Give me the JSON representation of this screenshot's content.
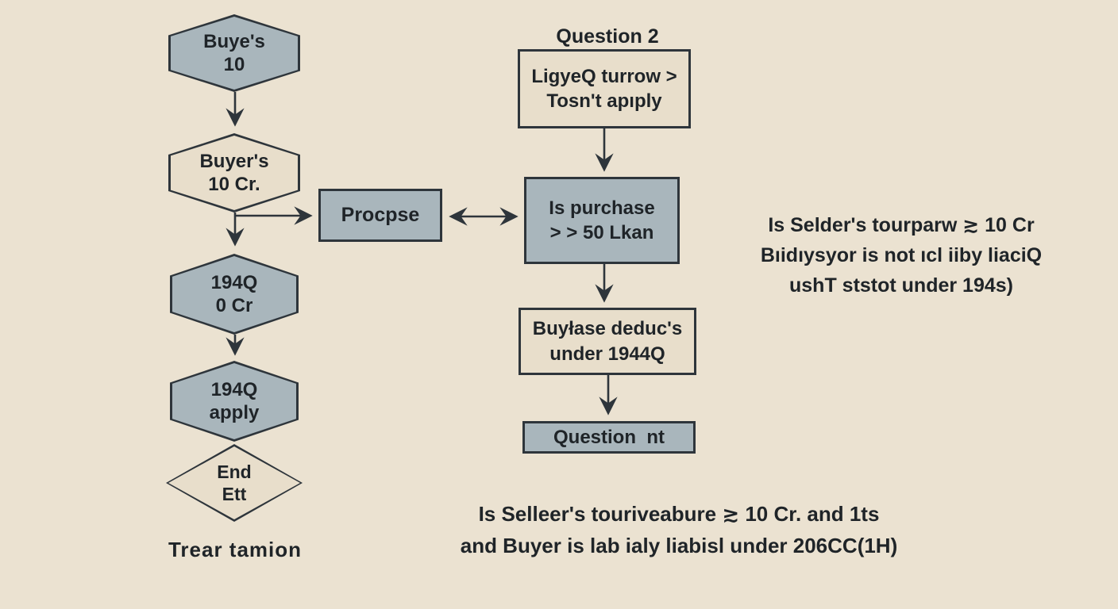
{
  "palette": {
    "background": "#ebe2d1",
    "node_blue": "#a9b6bc",
    "node_cream": "#e8decb",
    "border_ink": "#2e353b",
    "text_ink": "#1f2428"
  },
  "left_flow": {
    "hex1": {
      "line1": "Buye's",
      "line2": "10"
    },
    "hex2": {
      "line1": "Buyer's",
      "line2": "10 Cr."
    },
    "hex3": {
      "line1": "194Q",
      "line2": "0 Cr"
    },
    "hex4": {
      "line1": "194Q",
      "line2": "apply"
    },
    "end_diamond": {
      "line1": "End",
      "line2": "Ett"
    },
    "caption": "Trear tamion"
  },
  "center_flow": {
    "heading": "Question 2",
    "top_box": {
      "line1": "LigyeQ turrow >",
      "line2": "Tosn't apıply"
    },
    "process_box": "Procpse",
    "purchase_box": {
      "line1": "Is purchase",
      "line2": "> > 50 Lkan"
    },
    "deduct_box": {
      "line1": "Buyłase deduc's",
      "line2": "under 1944Q"
    },
    "question_box": "Question  nt"
  },
  "right_note": {
    "line1": "Is Selder's tourparw ≳ 10 Cr",
    "line2": "Bıidıysyor is not ıcl iiby liaciQ",
    "line3": "ushT ststot under 194s)"
  },
  "bottom_note": {
    "line1": "Is Selleer's touriveabure ≳ 10 Cr. and 1ts",
    "line2": "and Buyer is lab ialy liabisl under 206CC(1H)"
  }
}
